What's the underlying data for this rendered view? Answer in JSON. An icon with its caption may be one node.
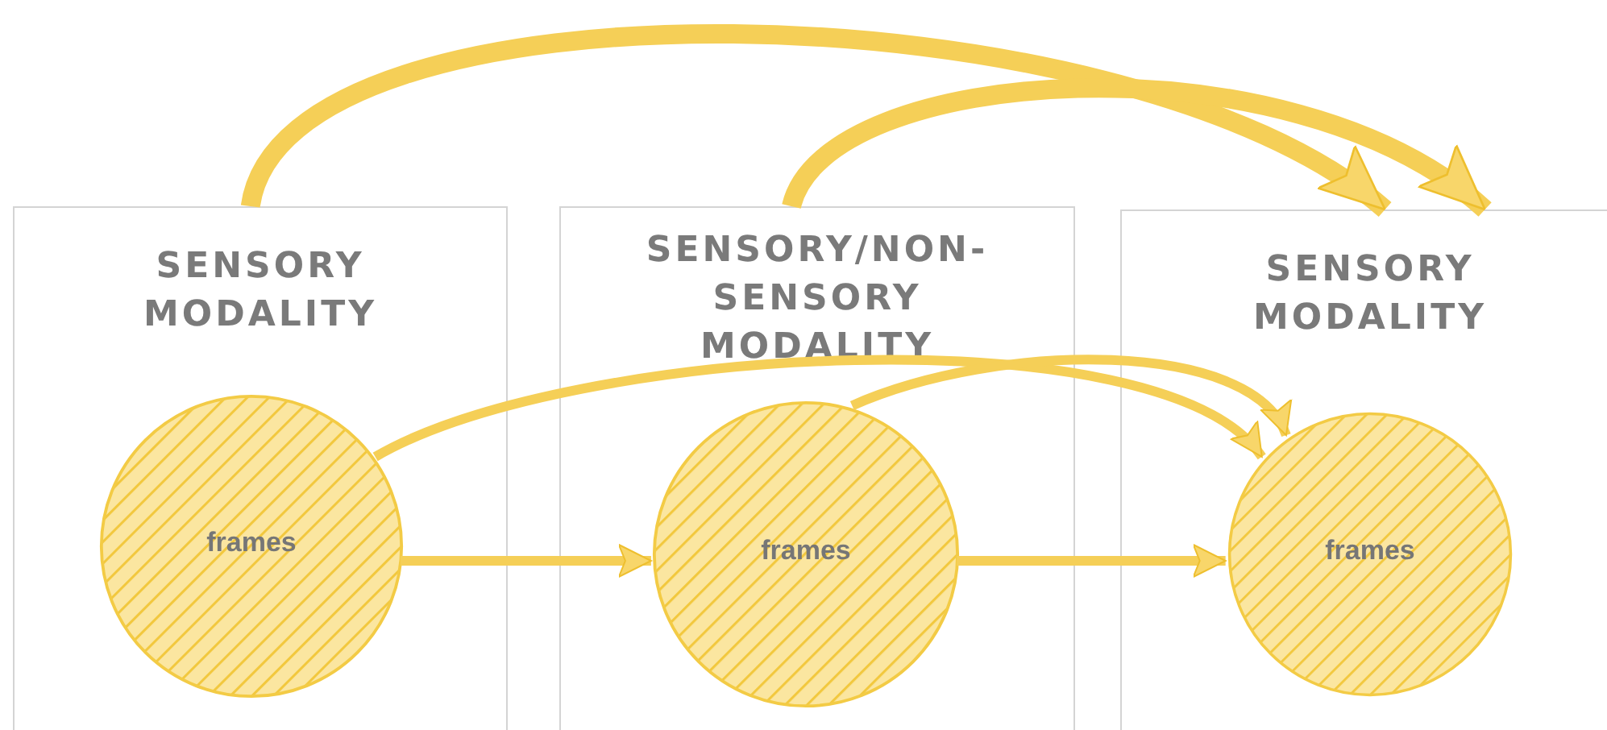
{
  "diagram": {
    "nodes": [
      {
        "text": [
          "SENSORY MODALITY"
        ]
      },
      {
        "text": [
          "frames"
        ],
        "in": 0
      },
      {
        "text": [
          "SENSORY/NON-SENSORY MODALITY"
        ]
      },
      {
        "text": [
          "frames"
        ],
        "in": 2
      },
      {
        "text": [
          "SENSORY MODALITY"
        ]
      },
      {
        "text": [
          "frames"
        ],
        "in": 4
      }
    ],
    "edges": [
      {
        "from": 0,
        "to": 4,
        "arrow": "to",
        "style": "thick"
      },
      {
        "from": 2,
        "to": 4,
        "arrow": "to",
        "style": "thick"
      },
      {
        "from": 1,
        "to": 5,
        "arrow": "to"
      },
      {
        "from": 3,
        "to": 5,
        "arrow": "to"
      },
      {
        "from": 1,
        "to": 3,
        "arrow": "to"
      },
      {
        "from": 3,
        "to": 5,
        "arrow": "to"
      }
    ]
  }
}
